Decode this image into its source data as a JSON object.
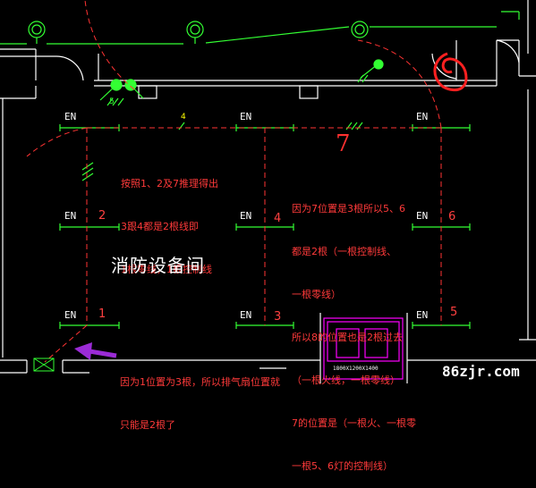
{
  "en_label": "EN",
  "room_name": "消防设备间",
  "big_number": "7",
  "circuit_tags": {
    "wire_5": "5",
    "wire_4": "4"
  },
  "position_numbers": [
    "1",
    "2",
    "3",
    "4",
    "5",
    "6"
  ],
  "notes": {
    "top_left": [
      "按照1、2及7推理得出",
      "3跟4都是2根线即",
      "1根零线，1根控制线"
    ],
    "right": [
      "因为7位置是3根所以5、6",
      "都是2根（一根控制线、",
      "一根零线）",
      "所以8的位置也是2根过去",
      "（一根火线，一根零线）",
      "7的位置是（一根火、一根零",
      "一根5、6灯的控制线）"
    ],
    "bottom": [
      "因为1位置为3根，所以排气扇位置就",
      "只能是2根了"
    ]
  },
  "cabinet_label": "1800X1200X1400",
  "watermark": "86zjr.com",
  "colors": {
    "wall": "#ffffff",
    "dashed_wire": "#ff3333",
    "fixture": "#33ff33",
    "note_text": "#ff3a3a",
    "arrow": "#9b2bd6",
    "cabinet": "#ff00ff",
    "yellow_mark": "#ffff00"
  }
}
